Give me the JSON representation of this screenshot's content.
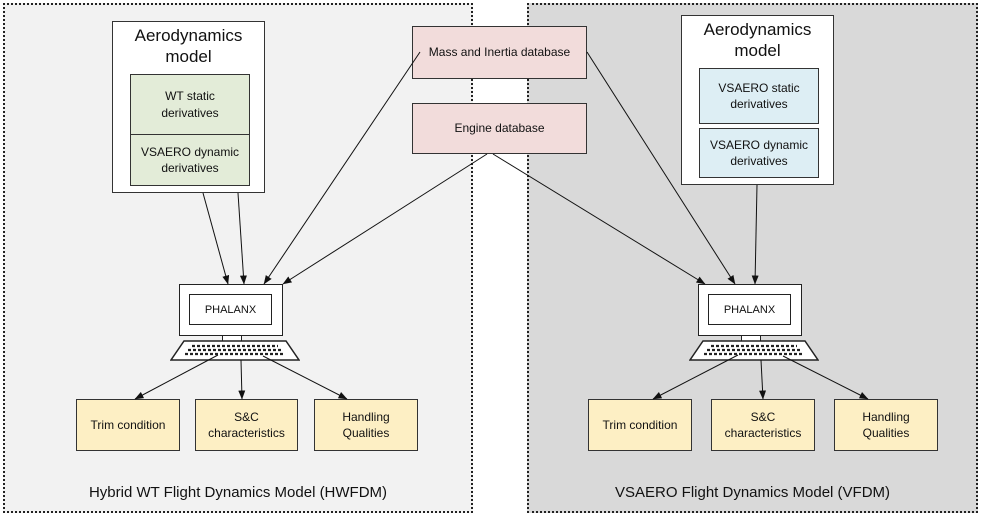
{
  "left_panel": {
    "caption": "Hybrid WT Flight Dynamics Model (HWFDM)",
    "aero_title": [
      "Aerodynamics",
      "model"
    ],
    "static_box": [
      "WT static",
      "derivatives"
    ],
    "dynamic_box": [
      "VSAERO dynamic",
      "derivatives"
    ],
    "computer_label": "PHALANX",
    "outputs": [
      {
        "lines": [
          "Trim condition"
        ]
      },
      {
        "lines": [
          "S&C",
          "characteristics"
        ]
      },
      {
        "lines": [
          "Handling",
          "Qualities"
        ]
      }
    ]
  },
  "right_panel": {
    "caption": "VSAERO Flight Dynamics Model (VFDM)",
    "aero_title": [
      "Aerodynamics",
      "model"
    ],
    "static_box": [
      "VSAERO static",
      "derivatives"
    ],
    "dynamic_box": [
      "VSAERO dynamic",
      "derivatives"
    ],
    "computer_label": "PHALANX",
    "outputs": [
      {
        "lines": [
          "Trim condition"
        ]
      },
      {
        "lines": [
          "S&C",
          "characteristics"
        ]
      },
      {
        "lines": [
          "Handling",
          "Qualities"
        ]
      }
    ]
  },
  "shared": {
    "mass_db": "Mass and Inertia database",
    "engine_db": "Engine database"
  },
  "colors": {
    "left_panel_bg": "#f2f2f2",
    "right_panel_bg": "#d9d9d9",
    "wt_derivatives": "#e3ecd8",
    "vsaero_derivatives": "#ddeef4",
    "databases": "#f2dcdb",
    "outputs": "#fdefc4"
  }
}
